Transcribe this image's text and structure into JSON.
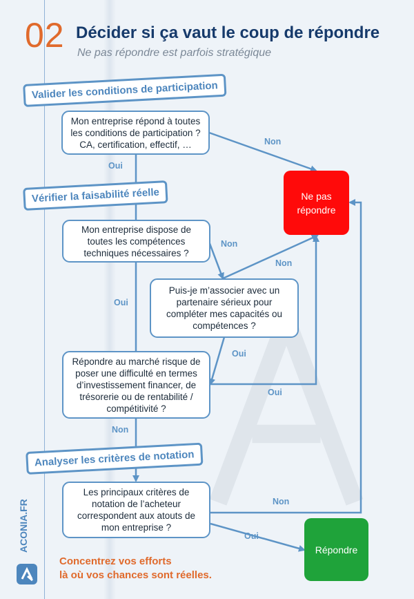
{
  "header": {
    "number": "02",
    "title": "Décider si ça vaut le coup de répondre",
    "subtitle": "Ne pas répondre est parfois stratégique"
  },
  "sections": {
    "s1": "Valider les conditions de participation",
    "s2": "Vérifier la faisabilité réelle",
    "s3": "Analyser les critères de notation"
  },
  "boxes": {
    "q1": "Mon entreprise répond à toutes\nles conditions de participation ?\nCA, certification, effectif, …",
    "q2": "Mon entreprise dispose de\ntoutes les compétences\ntechniques nécessaires ?",
    "q3": "Puis-je m’associer avec un\npartenaire sérieux pour\ncompléter mes capacités ou\ncompétences ?",
    "q4": "Répondre au marché risque de\nposer une difficulté en termes\nd’investissement financer, de\ntrésorerie ou de rentabilité /\ncompétitivité ?",
    "q5": "Les principaux critères de\nnotation de l’acheteur\ncorrespondent aux atouts de\nmon entreprise ?"
  },
  "outcomes": {
    "no": "Ne pas\nrépondre",
    "yes": "Répondre"
  },
  "labels": {
    "q1_no": "Non",
    "q1_yes": "Oui",
    "q2_no": "Non",
    "q2_yes": "Oui",
    "q3_no": "Non",
    "q3_yes": "Oui",
    "q4_yes": "Oui",
    "q4_no": "Non",
    "q5_no": "Non",
    "q5_yes": "Oui"
  },
  "cta": "Concentrez vos efforts\nlà où vos chances sont réelles.",
  "brand": {
    "name": "ACONIA.FR"
  },
  "colors": {
    "accent_orange": "#e06a2c",
    "title_blue": "#163a6b",
    "line_blue": "#5d94c6",
    "no_red": "#ff0a0a",
    "yes_green": "#1fa33a"
  }
}
